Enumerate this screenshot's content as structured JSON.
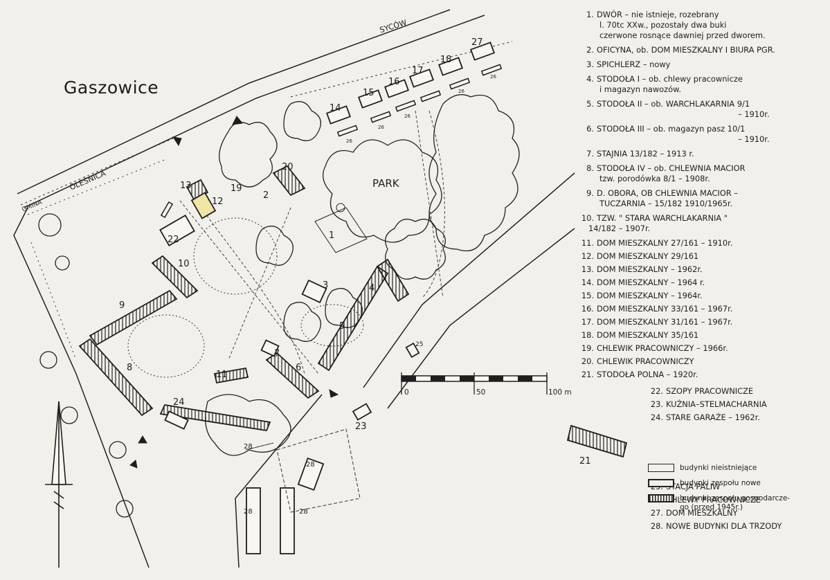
{
  "title": "Gaszowice",
  "road_labels": {
    "north": "SYCÓW",
    "west": "OLEŚNICA",
    "west_edge": "GMINA"
  },
  "area_labels": {
    "park": "PARK"
  },
  "scale": {
    "ticks": [
      "0",
      "50",
      "100 m"
    ]
  },
  "building_numbers": [
    "1",
    "2",
    "3",
    "4",
    "5",
    "6",
    "7",
    "8",
    "9",
    "10",
    "11",
    "12",
    "13",
    "14",
    "15",
    "16",
    "17",
    "18",
    "19",
    "20",
    "21",
    "22",
    "23",
    "24",
    "25",
    "26",
    "26",
    "26",
    "26",
    "26",
    "27",
    "28",
    "28",
    "28",
    "28"
  ],
  "legend": [
    {
      "num": "1.",
      "lines": [
        "DWÓR – nie istnieje, rozebrany",
        "l. 70tc XXw., pozostały dwa buki",
        "czerwone rosnące dawniej przed dworem."
      ]
    },
    {
      "num": "2.",
      "lines": [
        "OFICYNA, ob. DOM MIESZKALNY I BIURA PGR."
      ]
    },
    {
      "num": "3.",
      "lines": [
        "SPICHLERZ – nowy"
      ]
    },
    {
      "num": "4.",
      "lines": [
        "STODOŁA I – ob. chlewy pracownicze",
        "i magazyn nawozów."
      ]
    },
    {
      "num": "5.",
      "lines": [
        "STODOŁA II – ob. WARCHLAKARNIA 9/1",
        "– 1910r."
      ]
    },
    {
      "num": "6.",
      "lines": [
        "STODOŁA III – ob. magazyn pasz 10/1",
        "– 1910r."
      ]
    },
    {
      "num": "7.",
      "lines": [
        "STAJNIA 13/182 – 1913 r."
      ]
    },
    {
      "num": "8.",
      "lines": [
        "STODOŁA IV – ob. CHLEWNIA MACIOR",
        "tzw. porodówka 8/1 – 1908r."
      ]
    },
    {
      "num": "9.",
      "lines": [
        "D. OBORA, OB CHLEWNIA MACIOR –",
        "TUCZARNIA – 15/182 1910/1965r."
      ]
    },
    {
      "num": "10.",
      "lines": [
        "TZW. \" STARA WARCHLAKARNIA \"",
        "14/182 – 1907r."
      ]
    },
    {
      "num": "11.",
      "lines": [
        "DOM MIESZKALNY 27/161 – 1910r."
      ]
    },
    {
      "num": "12.",
      "lines": [
        "DOM MIESZKALNY 29/161"
      ]
    },
    {
      "num": "13.",
      "lines": [
        "DOM MIESZKALNY – 1962r."
      ]
    },
    {
      "num": "14.",
      "lines": [
        "DOM MIESZKALNY – 1964 r."
      ]
    },
    {
      "num": "15.",
      "lines": [
        "DOM MIESZKALNY – 1964r."
      ]
    },
    {
      "num": "16.",
      "lines": [
        "DOM MIESZKALNY 33/161 – 1967r."
      ]
    },
    {
      "num": "17.",
      "lines": [
        "DOM MIESZKALNY 31/161 – 1967r."
      ]
    },
    {
      "num": "18.",
      "lines": [
        "DOM MIESZKALNY 35/161"
      ]
    },
    {
      "num": "19.",
      "lines": [
        "CHLEWIK PRACOWNICZY – 1966r."
      ]
    },
    {
      "num": "20.",
      "lines": [
        "CHLEWIK PRACOWNICZY"
      ]
    },
    {
      "num": "21.",
      "lines": [
        "STODOŁA POLNA – 1920r."
      ]
    },
    {
      "num": "22.",
      "lines": [
        "SZOPY PRACOWNICZE"
      ]
    },
    {
      "num": "23.",
      "lines": [
        "KUŹNIA–STELMACHARNIA"
      ]
    },
    {
      "num": "24.",
      "lines": [
        "STARE GARAŻE – 1962r."
      ]
    },
    {
      "num": "25.",
      "lines": [
        "STACJA PALIW"
      ]
    },
    {
      "num": "26.",
      "lines": [
        "CHLEWY PRACOWNICZE"
      ]
    },
    {
      "num": "27.",
      "lines": [
        "DOM MIESZKALNY"
      ]
    },
    {
      "num": "28.",
      "lines": [
        "NOWE BUDYNKI DLA TRZODY"
      ]
    }
  ],
  "key": [
    {
      "label": "budynki nieistniejące",
      "style": "outline-thin"
    },
    {
      "label": "budynki zespołu nowe",
      "style": "outline-thick"
    },
    {
      "label": "budynki zespołu gospodarcze-",
      "label2": "go (przed 1945r.)",
      "style": "hatched"
    }
  ],
  "colors": {
    "paper": "#f1f0eb",
    "ink": "#1e1e1e",
    "highlight": "#efe6a4"
  }
}
